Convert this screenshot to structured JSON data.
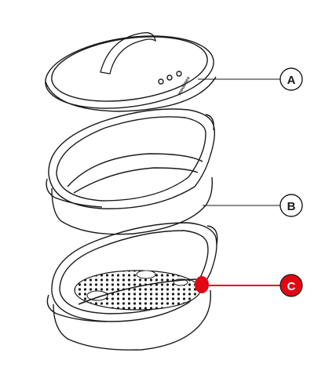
{
  "diagram": {
    "lid": {
      "brand_mark": "moulinex",
      "vent_dots": 3
    },
    "callouts": [
      {
        "letter": "A",
        "part": "lid",
        "highlight": false
      },
      {
        "letter": "B",
        "part": "upper-steamer-basket",
        "highlight": false
      },
      {
        "letter": "C",
        "part": "lower-steamer-basket-with-perforated-grid",
        "highlight": true
      }
    ],
    "colors": {
      "line": "#1a1a1a",
      "highlight": "#e30613",
      "highlight_text": "#ffffff",
      "background": "#ffffff"
    }
  }
}
